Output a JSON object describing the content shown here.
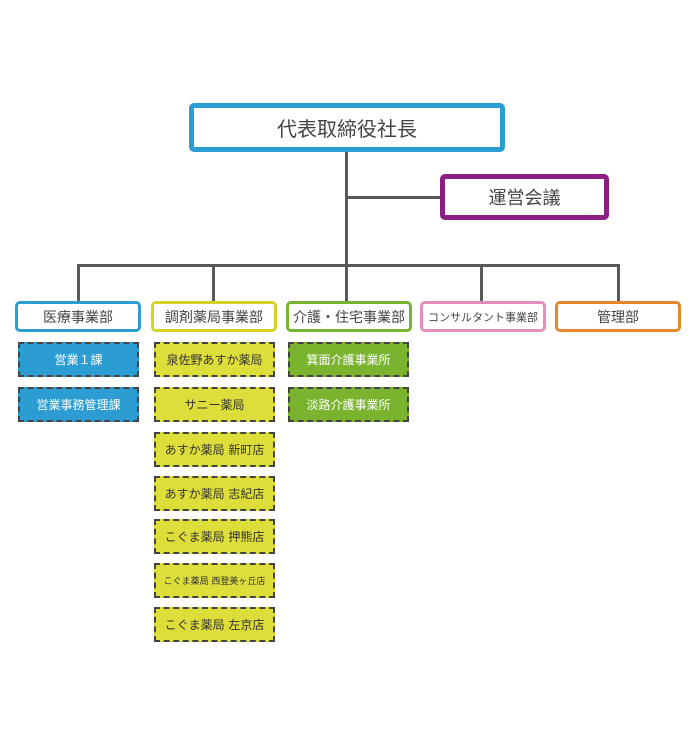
{
  "top": {
    "label": "代表取締役社長",
    "color": "#2c9dd2"
  },
  "meeting": {
    "label": "運営会議",
    "color": "#8b1e82"
  },
  "line_color": "#58595b",
  "departments": [
    {
      "key": "medical",
      "label": "医療事業部",
      "color": "#2c9dd2",
      "units": [
        "営業１課",
        "営業事務管理課"
      ]
    },
    {
      "key": "pharmacy",
      "label": "調剤薬局事業部",
      "color": "#d5d22b",
      "units": [
        "泉佐野あすか薬局",
        "サニー薬局",
        "あすか薬局 新町店",
        "あすか薬局 志紀店",
        "こぐま薬局 押熊店",
        "こぐま薬局 西登美ヶ丘店",
        "こぐま薬局 左京店"
      ]
    },
    {
      "key": "care",
      "label": "介護・住宅事業部",
      "color": "#7ab32e",
      "units": [
        "箕面介護事業所",
        "淡路介護事業所"
      ]
    },
    {
      "key": "consult",
      "label": "コンサルタント事業部",
      "color": "#e38ebf",
      "units": []
    },
    {
      "key": "admin",
      "label": "管理部",
      "color": "#e6872a",
      "units": []
    }
  ]
}
